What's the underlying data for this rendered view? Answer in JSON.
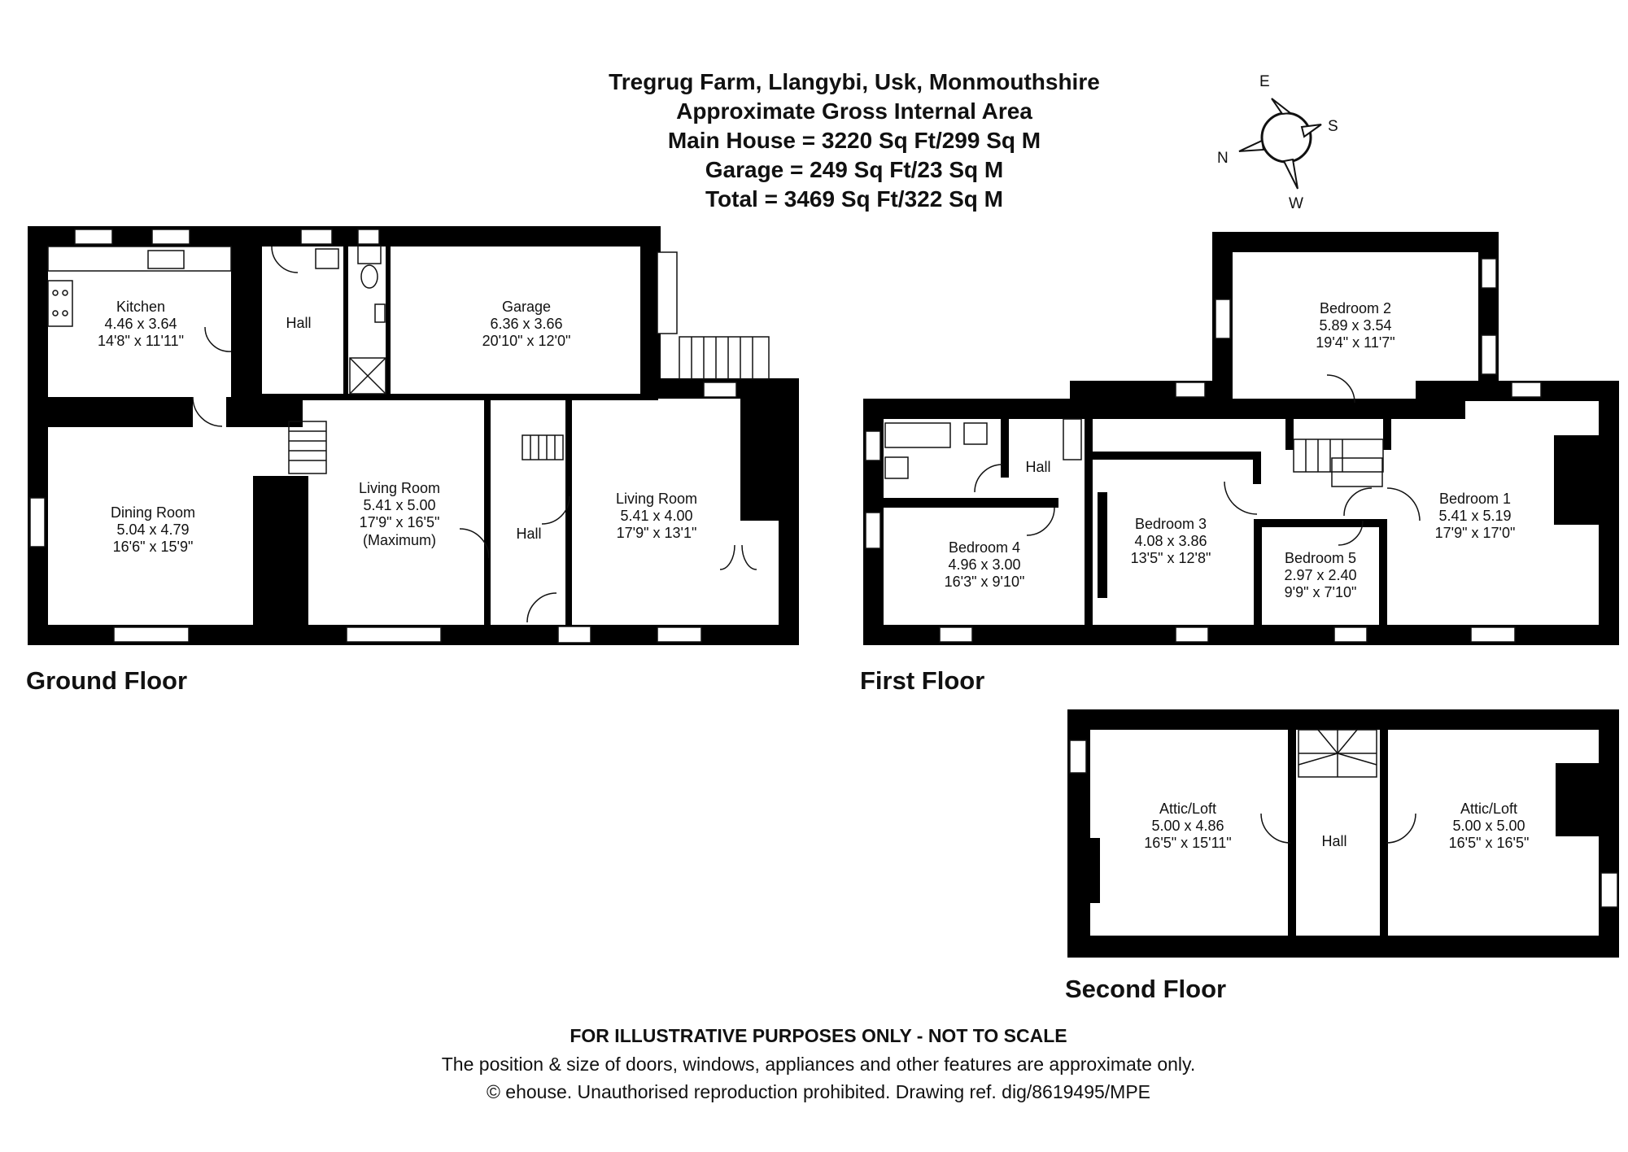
{
  "header": {
    "line1": "Tregrug Farm, Llangybi, Usk, Monmouthshire",
    "line2": "Approximate Gross Internal Area",
    "line3": "Main House = 3220 Sq Ft/299 Sq M",
    "line4": "Garage = 249 Sq Ft/23 Sq M",
    "line5": "Total = 3469 Sq Ft/322 Sq M"
  },
  "compass": {
    "e": "E",
    "s": "S",
    "n": "N",
    "w": "W"
  },
  "floors": {
    "ground": "Ground Floor",
    "first": "First Floor",
    "second": "Second Floor"
  },
  "rooms": {
    "kitchen": {
      "name": "Kitchen",
      "metric": "4.46 x 3.64",
      "imperial": "14'8\" x 11'11\""
    },
    "hall_g1": {
      "name": "Hall"
    },
    "garage": {
      "name": "Garage",
      "metric": "6.36 x 3.66",
      "imperial": "20'10\" x 12'0\""
    },
    "dining": {
      "name": "Dining Room",
      "metric": "5.04 x 4.79",
      "imperial": "16'6\" x 15'9\""
    },
    "living1": {
      "name": "Living Room",
      "metric": "5.41 x 5.00",
      "imperial": "17'9\" x 16'5\"",
      "note": "(Maximum)"
    },
    "hall_g2": {
      "name": "Hall"
    },
    "living2": {
      "name": "Living Room",
      "metric": "5.41 x 4.00",
      "imperial": "17'9\" x 13'1\""
    },
    "bed2": {
      "name": "Bedroom 2",
      "metric": "5.89 x 3.54",
      "imperial": "19'4\" x 11'7\""
    },
    "hall_f": {
      "name": "Hall"
    },
    "bed1": {
      "name": "Bedroom 1",
      "metric": "5.41 x 5.19",
      "imperial": "17'9\" x 17'0\""
    },
    "bed3": {
      "name": "Bedroom 3",
      "metric": "4.08 x 3.86",
      "imperial": "13'5\" x 12'8\""
    },
    "bed4": {
      "name": "Bedroom 4",
      "metric": "4.96 x 3.00",
      "imperial": "16'3\" x 9'10\""
    },
    "bed5": {
      "name": "Bedroom 5",
      "metric": "2.97 x 2.40",
      "imperial": "9'9\" x 7'10\""
    },
    "attic1": {
      "name": "Attic/Loft",
      "metric": "5.00 x 4.86",
      "imperial": "16'5\" x 15'11\""
    },
    "hall_s": {
      "name": "Hall"
    },
    "attic2": {
      "name": "Attic/Loft",
      "metric": "5.00 x 5.00",
      "imperial": "16'5\" x 16'5\""
    }
  },
  "footer": {
    "disclaimer": "FOR ILLUSTRATIVE PURPOSES ONLY - NOT TO SCALE",
    "note": "The position & size of doors, windows, appliances and other features are approximate only.",
    "copyright": "© ehouse. Unauthorised reproduction prohibited. Drawing ref. dig/8619495/MPE"
  }
}
